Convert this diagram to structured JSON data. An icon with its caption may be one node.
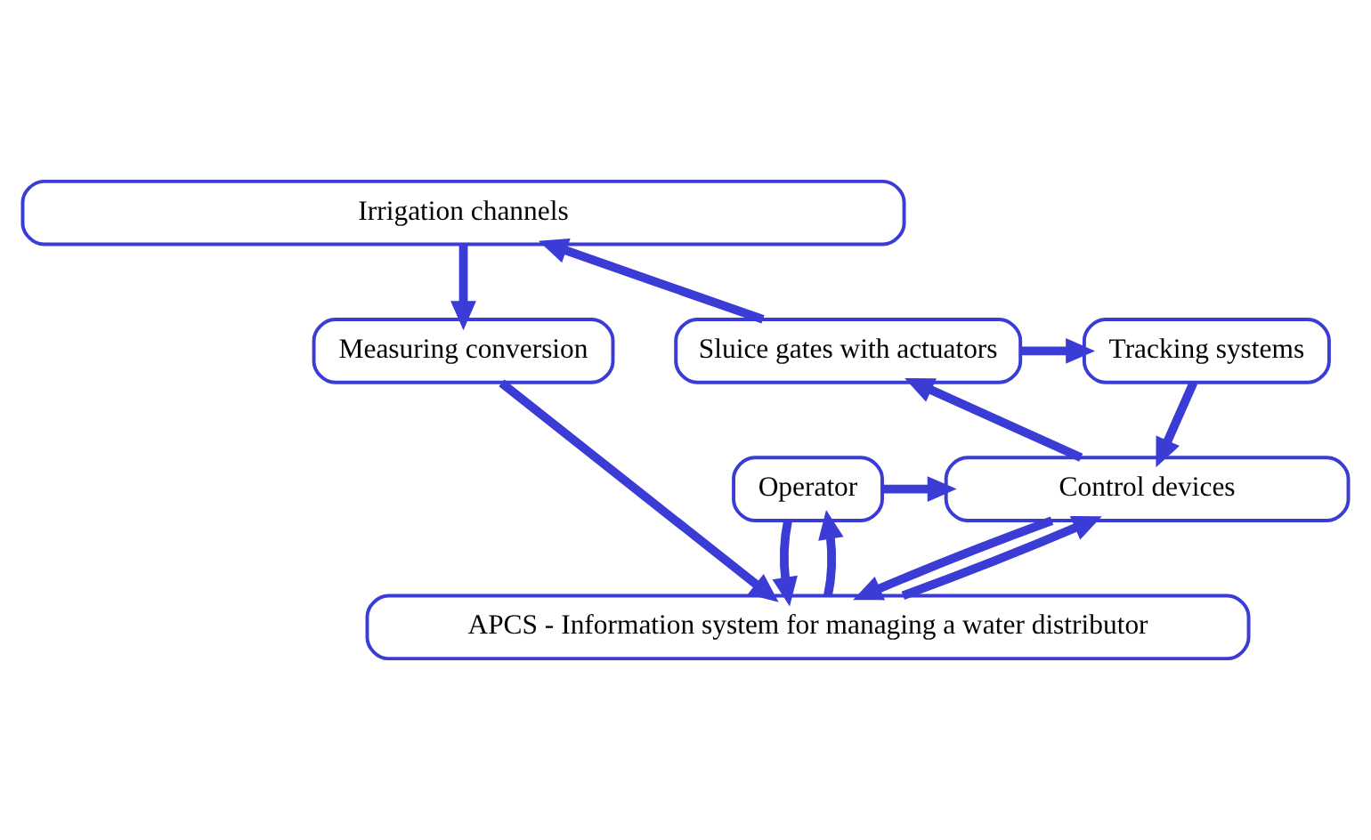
{
  "diagram": {
    "nodes": [
      {
        "text": [
          "Irrigation channels"
        ]
      },
      {
        "text": [
          "Measuring conversion"
        ]
      },
      {
        "text": [
          "Sluice gates with actuators"
        ]
      },
      {
        "text": [
          "Tracking systems"
        ]
      },
      {
        "text": [
          "Operator"
        ]
      },
      {
        "text": [
          "Control devices"
        ]
      },
      {
        "text": [
          "APCS - Information system for managing a water distributor"
        ]
      }
    ],
    "edges": [
      {
        "from": 0,
        "to": 1,
        "arrow": "to"
      },
      {
        "from": 2,
        "to": 0,
        "arrow": "to"
      },
      {
        "from": 2,
        "to": 3,
        "arrow": "to"
      },
      {
        "from": 3,
        "to": 5,
        "arrow": "to"
      },
      {
        "from": 5,
        "to": 2,
        "arrow": "to"
      },
      {
        "from": 1,
        "to": 6,
        "arrow": "to"
      },
      {
        "from": 4,
        "to": 5,
        "arrow": "to"
      },
      {
        "from": 4,
        "to": 6,
        "arrow": "to"
      },
      {
        "from": 6,
        "to": 4,
        "arrow": "to"
      },
      {
        "from": 5,
        "to": 6,
        "arrow": "to"
      },
      {
        "from": 6,
        "to": 5,
        "arrow": "to"
      }
    ]
  }
}
